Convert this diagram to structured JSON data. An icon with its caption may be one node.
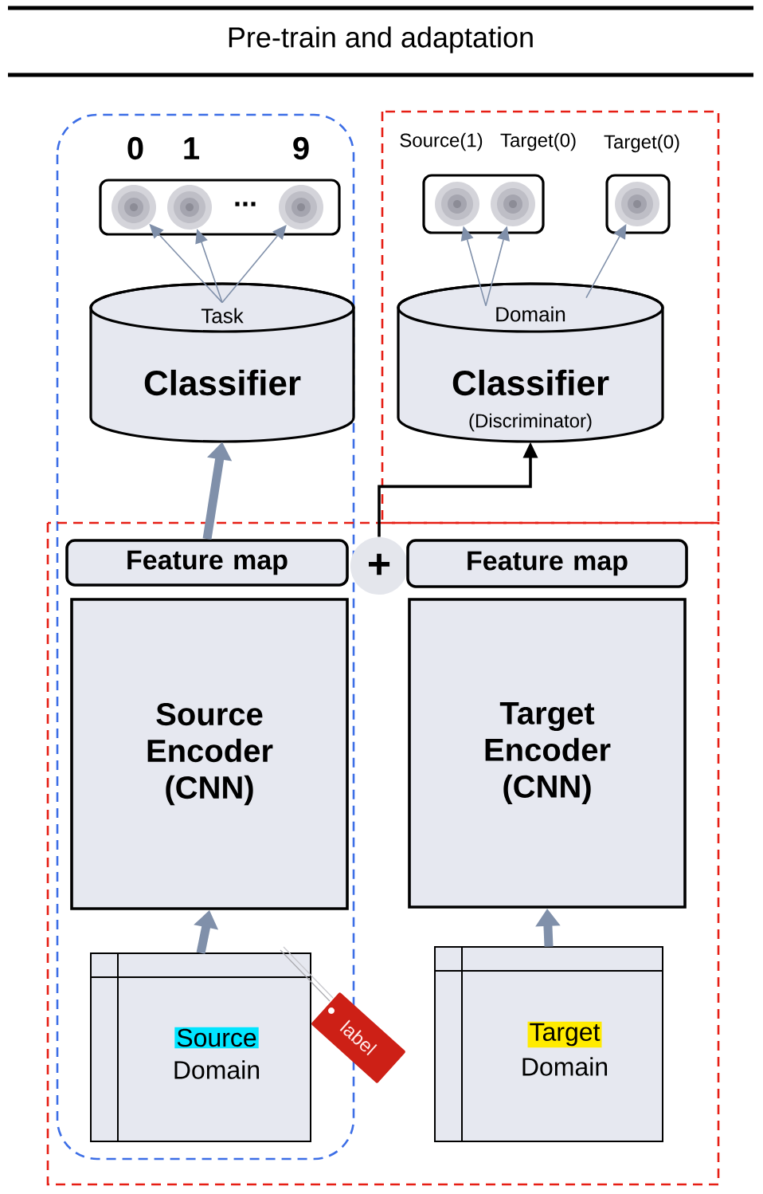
{
  "diagram": {
    "title": "Pre-train and adaptation",
    "nodes": [
      {
        "text": [
          "..."
        ]
      },
      {
        "text": [],
        "shape": "circle",
        "in": 0
      },
      {
        "text": [],
        "shape": "circle",
        "in": 0
      },
      {
        "text": [],
        "shape": "circle",
        "in": 0
      },
      {
        "text": [
          "Task",
          "Classifier"
        ]
      },
      {
        "text": [],
        "shape": "box"
      },
      {
        "text": [],
        "shape": "circle",
        "in": 5
      },
      {
        "text": [],
        "shape": "circle",
        "in": 5
      },
      {
        "text": [],
        "shape": "box"
      },
      {
        "text": [],
        "shape": "circle",
        "in": 8
      },
      {
        "text": [
          "Domain",
          "Classifier",
          "(Discriminator)"
        ]
      },
      {
        "text": [
          "Feature map"
        ]
      },
      {
        "text": [
          "+"
        ]
      },
      {
        "text": [
          "Feature map"
        ]
      },
      {
        "text": [
          "Source Encoder (CNN)"
        ]
      },
      {
        "text": [
          "Target Encoder (CNN)"
        ]
      },
      {
        "text": [
          "Source",
          "Domain"
        ]
      },
      {
        "text": [
          "label"
        ]
      },
      {
        "text": [
          "Target",
          "Domain"
        ]
      }
    ],
    "edges": [
      {
        "from": 4,
        "to": 1,
        "arrow": "to"
      },
      {
        "from": 4,
        "to": 2,
        "arrow": "to"
      },
      {
        "from": 4,
        "to": 3,
        "arrow": "to"
      },
      {
        "from": 10,
        "to": 6,
        "arrow": "to"
      },
      {
        "from": 10,
        "to": 7,
        "arrow": "to"
      },
      {
        "from": 10,
        "to": 9,
        "arrow": "to"
      },
      {
        "from": 11,
        "to": 4,
        "arrow": "to",
        "style": "thick"
      },
      {
        "from": 12,
        "to": 10,
        "arrow": "to",
        "color": "#000000"
      },
      {
        "from": 16,
        "to": 14,
        "arrow": "to",
        "style": "thick"
      },
      {
        "from": 18,
        "to": 15,
        "arrow": "to",
        "style": "thick"
      }
    ],
    "labels": [
      "0",
      "1",
      "9",
      "Source(1)",
      "Target(0)",
      "Target(0)"
    ]
  }
}
